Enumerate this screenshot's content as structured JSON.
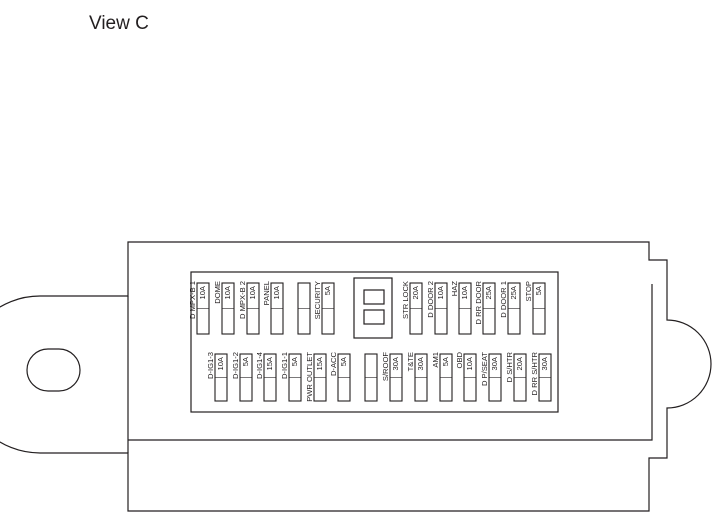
{
  "view_label": "View C",
  "top_row": [
    {
      "name": "D MPX-B 1",
      "amp": "10A"
    },
    {
      "name": "DOME",
      "amp": "10A"
    },
    {
      "name": "D MPX-B 2",
      "amp": "10A"
    },
    {
      "name": "PANEL",
      "amp": "10A"
    },
    {
      "name": "",
      "amp": ""
    },
    {
      "name": "SECURITY",
      "amp": "5A"
    },
    {
      "name": "STR LOCK",
      "amp": "20A"
    },
    {
      "name": "D DOOR 2",
      "amp": "10A"
    },
    {
      "name": "HAZ",
      "amp": "10A"
    },
    {
      "name": "D RR DOOR",
      "amp": "25A"
    },
    {
      "name": "D DOOR 1",
      "amp": "25A"
    },
    {
      "name": "STOP",
      "amp": "5A"
    }
  ],
  "bottom_row": [
    {
      "name": "D-IG1-3",
      "amp": "10A"
    },
    {
      "name": "D-IG1-2",
      "amp": "5A"
    },
    {
      "name": "D-IG1-4",
      "amp": "15A"
    },
    {
      "name": "D-IG1-1",
      "amp": "5A"
    },
    {
      "name": "PWR OUTLET",
      "amp": "15A"
    },
    {
      "name": "D-ACC",
      "amp": "5A"
    },
    {
      "name": "",
      "amp": ""
    },
    {
      "name": "S/ROOF",
      "amp": "30A"
    },
    {
      "name": "T&TE",
      "amp": "30A"
    },
    {
      "name": "AM1",
      "amp": "5A"
    },
    {
      "name": "OBD",
      "amp": "10A"
    },
    {
      "name": "D P/SEAT",
      "amp": "30A"
    },
    {
      "name": "D S/HTR",
      "amp": "20A"
    },
    {
      "name": "D RR S/HTR",
      "amp": "30A"
    }
  ]
}
